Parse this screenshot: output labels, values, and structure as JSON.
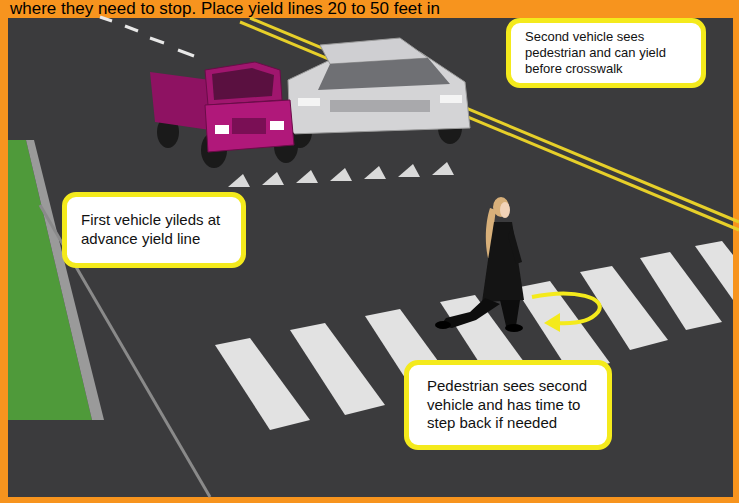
{
  "diagram": {
    "nodes": [
      {
        "text": [
          "Second vehicle sees pedestrian and can yield before crosswalk"
        ]
      },
      {
        "text": [
          "First vehicle yileds at advance yield line"
        ]
      },
      {
        "text": [
          "Pedestrian sees second vehicle and has time to step back if needed"
        ]
      }
    ],
    "labels": [
      "where they need to stop. Place yield lines 20 to 50 feet in"
    ]
  }
}
